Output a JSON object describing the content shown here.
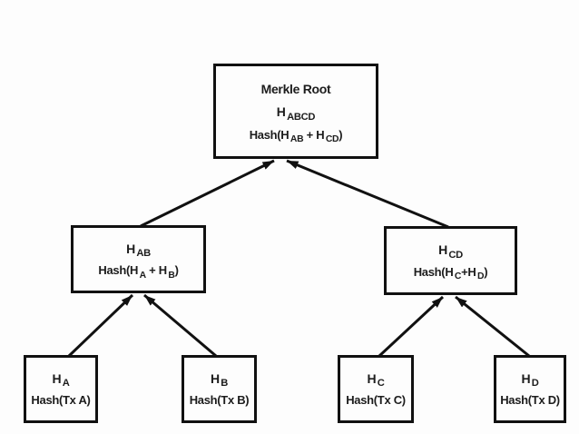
{
  "colors": {
    "line": "#111111",
    "text": "#1c1c1c",
    "background": "#fdfdfd"
  },
  "tree": {
    "root": {
      "title": "Merkle Root",
      "label": {
        "base": "H",
        "sub": "ABCD"
      },
      "formula": {
        "t1": "Hash(H",
        "s1": "AB",
        "t2": " + H",
        "s2": "CD",
        "t3": ")"
      }
    },
    "hab": {
      "label": {
        "base": "H",
        "sub": "AB"
      },
      "formula": {
        "t1": "Hash(H",
        "s1": "A",
        "t2": " + H",
        "s2": "B",
        "t3": ")"
      }
    },
    "hcd": {
      "label": {
        "base": "H",
        "sub": "CD"
      },
      "formula": {
        "t1": "Hash(H",
        "s1": "C",
        "t2": "+H",
        "s2": "D",
        "t3": ")"
      }
    },
    "leaves": [
      {
        "label": {
          "base": "H",
          "sub": "A"
        },
        "formula": "Hash(Tx A)"
      },
      {
        "label": {
          "base": "H",
          "sub": "B"
        },
        "formula": "Hash(Tx B)"
      },
      {
        "label": {
          "base": "H",
          "sub": "C"
        },
        "formula": "Hash(Tx C)"
      },
      {
        "label": {
          "base": "H",
          "sub": "D"
        },
        "formula": "Hash(Tx D)"
      }
    ]
  }
}
